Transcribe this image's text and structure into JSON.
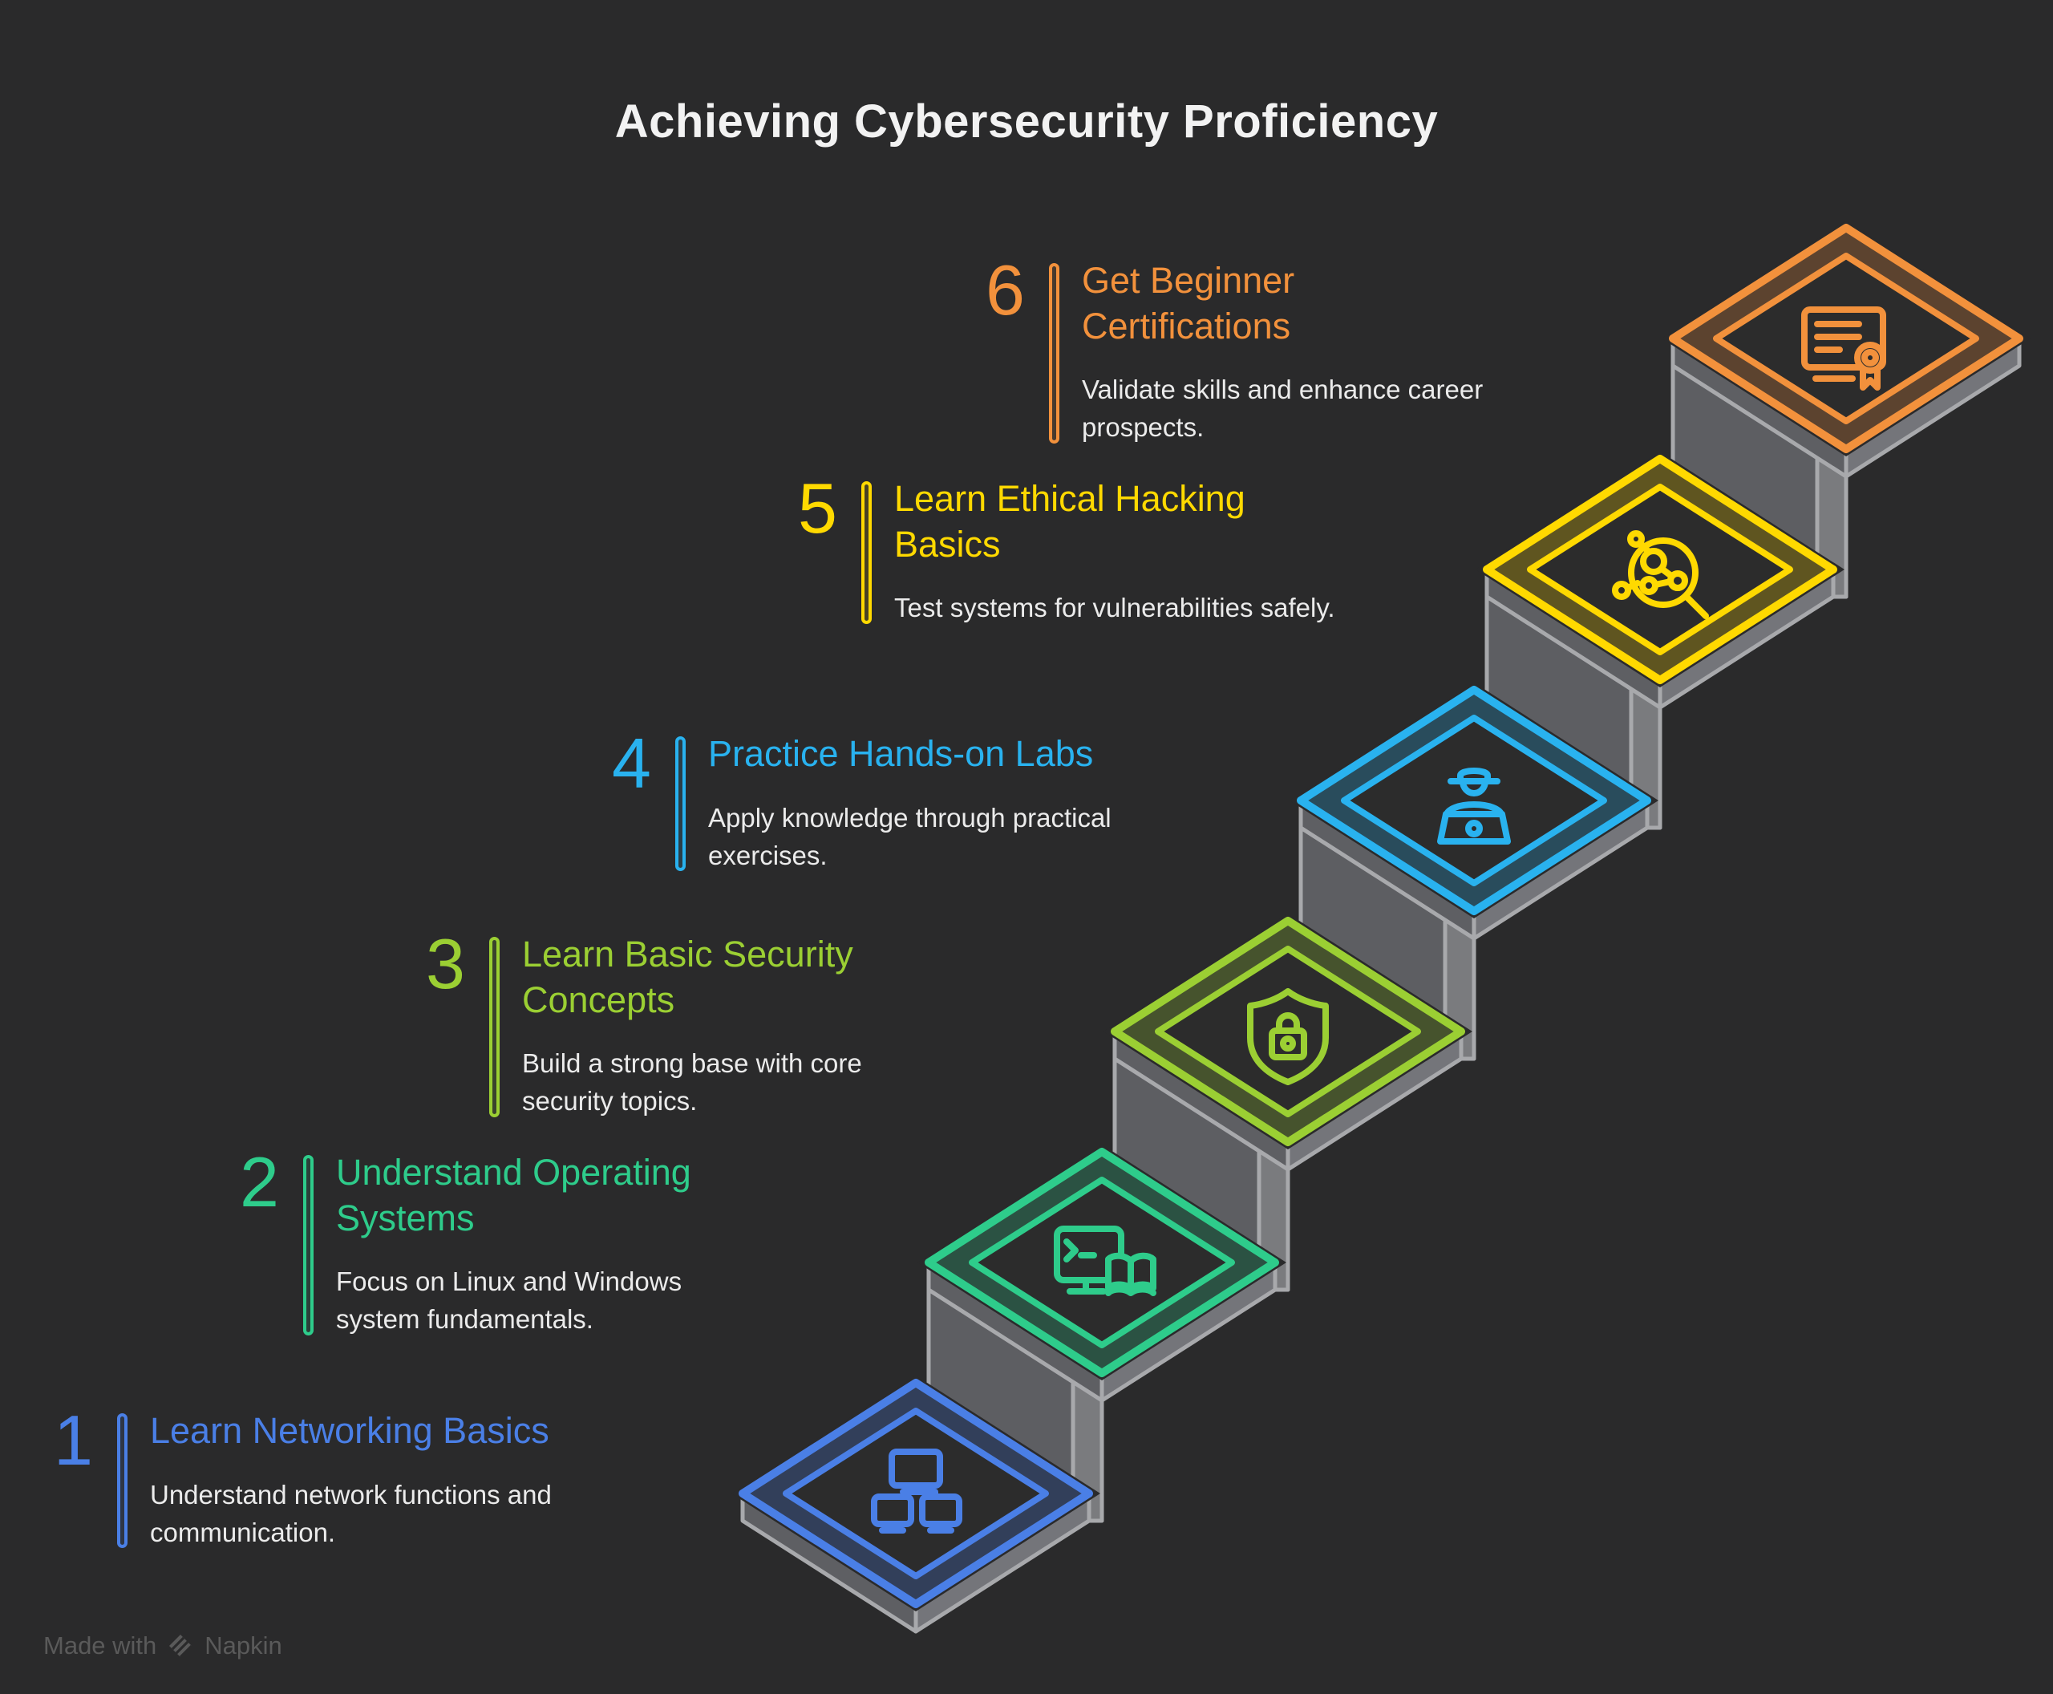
{
  "title": "Achieving Cybersecurity Proficiency",
  "background_color": "#2a2a2b",
  "steps": [
    {
      "number": "1",
      "title": "Learn Networking Basics",
      "description": "Understand network functions and communication.",
      "color": "#4a7fe6",
      "icon": "network-monitors-icon"
    },
    {
      "number": "2",
      "title": "Understand Operating Systems",
      "description": "Focus on Linux and Windows system fundamentals.",
      "color": "#2ecc8b",
      "icon": "terminal-book-icon"
    },
    {
      "number": "3",
      "title": "Learn Basic Security Concepts",
      "description": "Build a strong base with core security topics.",
      "color": "#9bcf33",
      "icon": "shield-lock-icon"
    },
    {
      "number": "4",
      "title": "Practice Hands-on Labs",
      "description": "Apply knowledge through practical exercises.",
      "color": "#29b2ef",
      "icon": "hacker-laptop-icon"
    },
    {
      "number": "5",
      "title": "Learn Ethical Hacking Basics",
      "description": "Test systems for vulnerabilities safely.",
      "color": "#ffd900",
      "icon": "search-nodes-icon"
    },
    {
      "number": "6",
      "title": "Get Beginner Certifications",
      "description": "Validate skills and enhance career prospects.",
      "color": "#f2913c",
      "icon": "certificate-icon"
    }
  ],
  "watermark": {
    "prefix": "Made with",
    "brand": "Napkin",
    "logo_icon": "napkin-logo-icon"
  },
  "structure_colors": {
    "wedge_fill": "#5d5e62",
    "rim_left_fill": "#5e5f63",
    "rim_right_fill": "#74757a",
    "riser_fill": "#7a7b7e",
    "outline": "#a8a9ac",
    "inner_fill": "#2c2c2c"
  }
}
